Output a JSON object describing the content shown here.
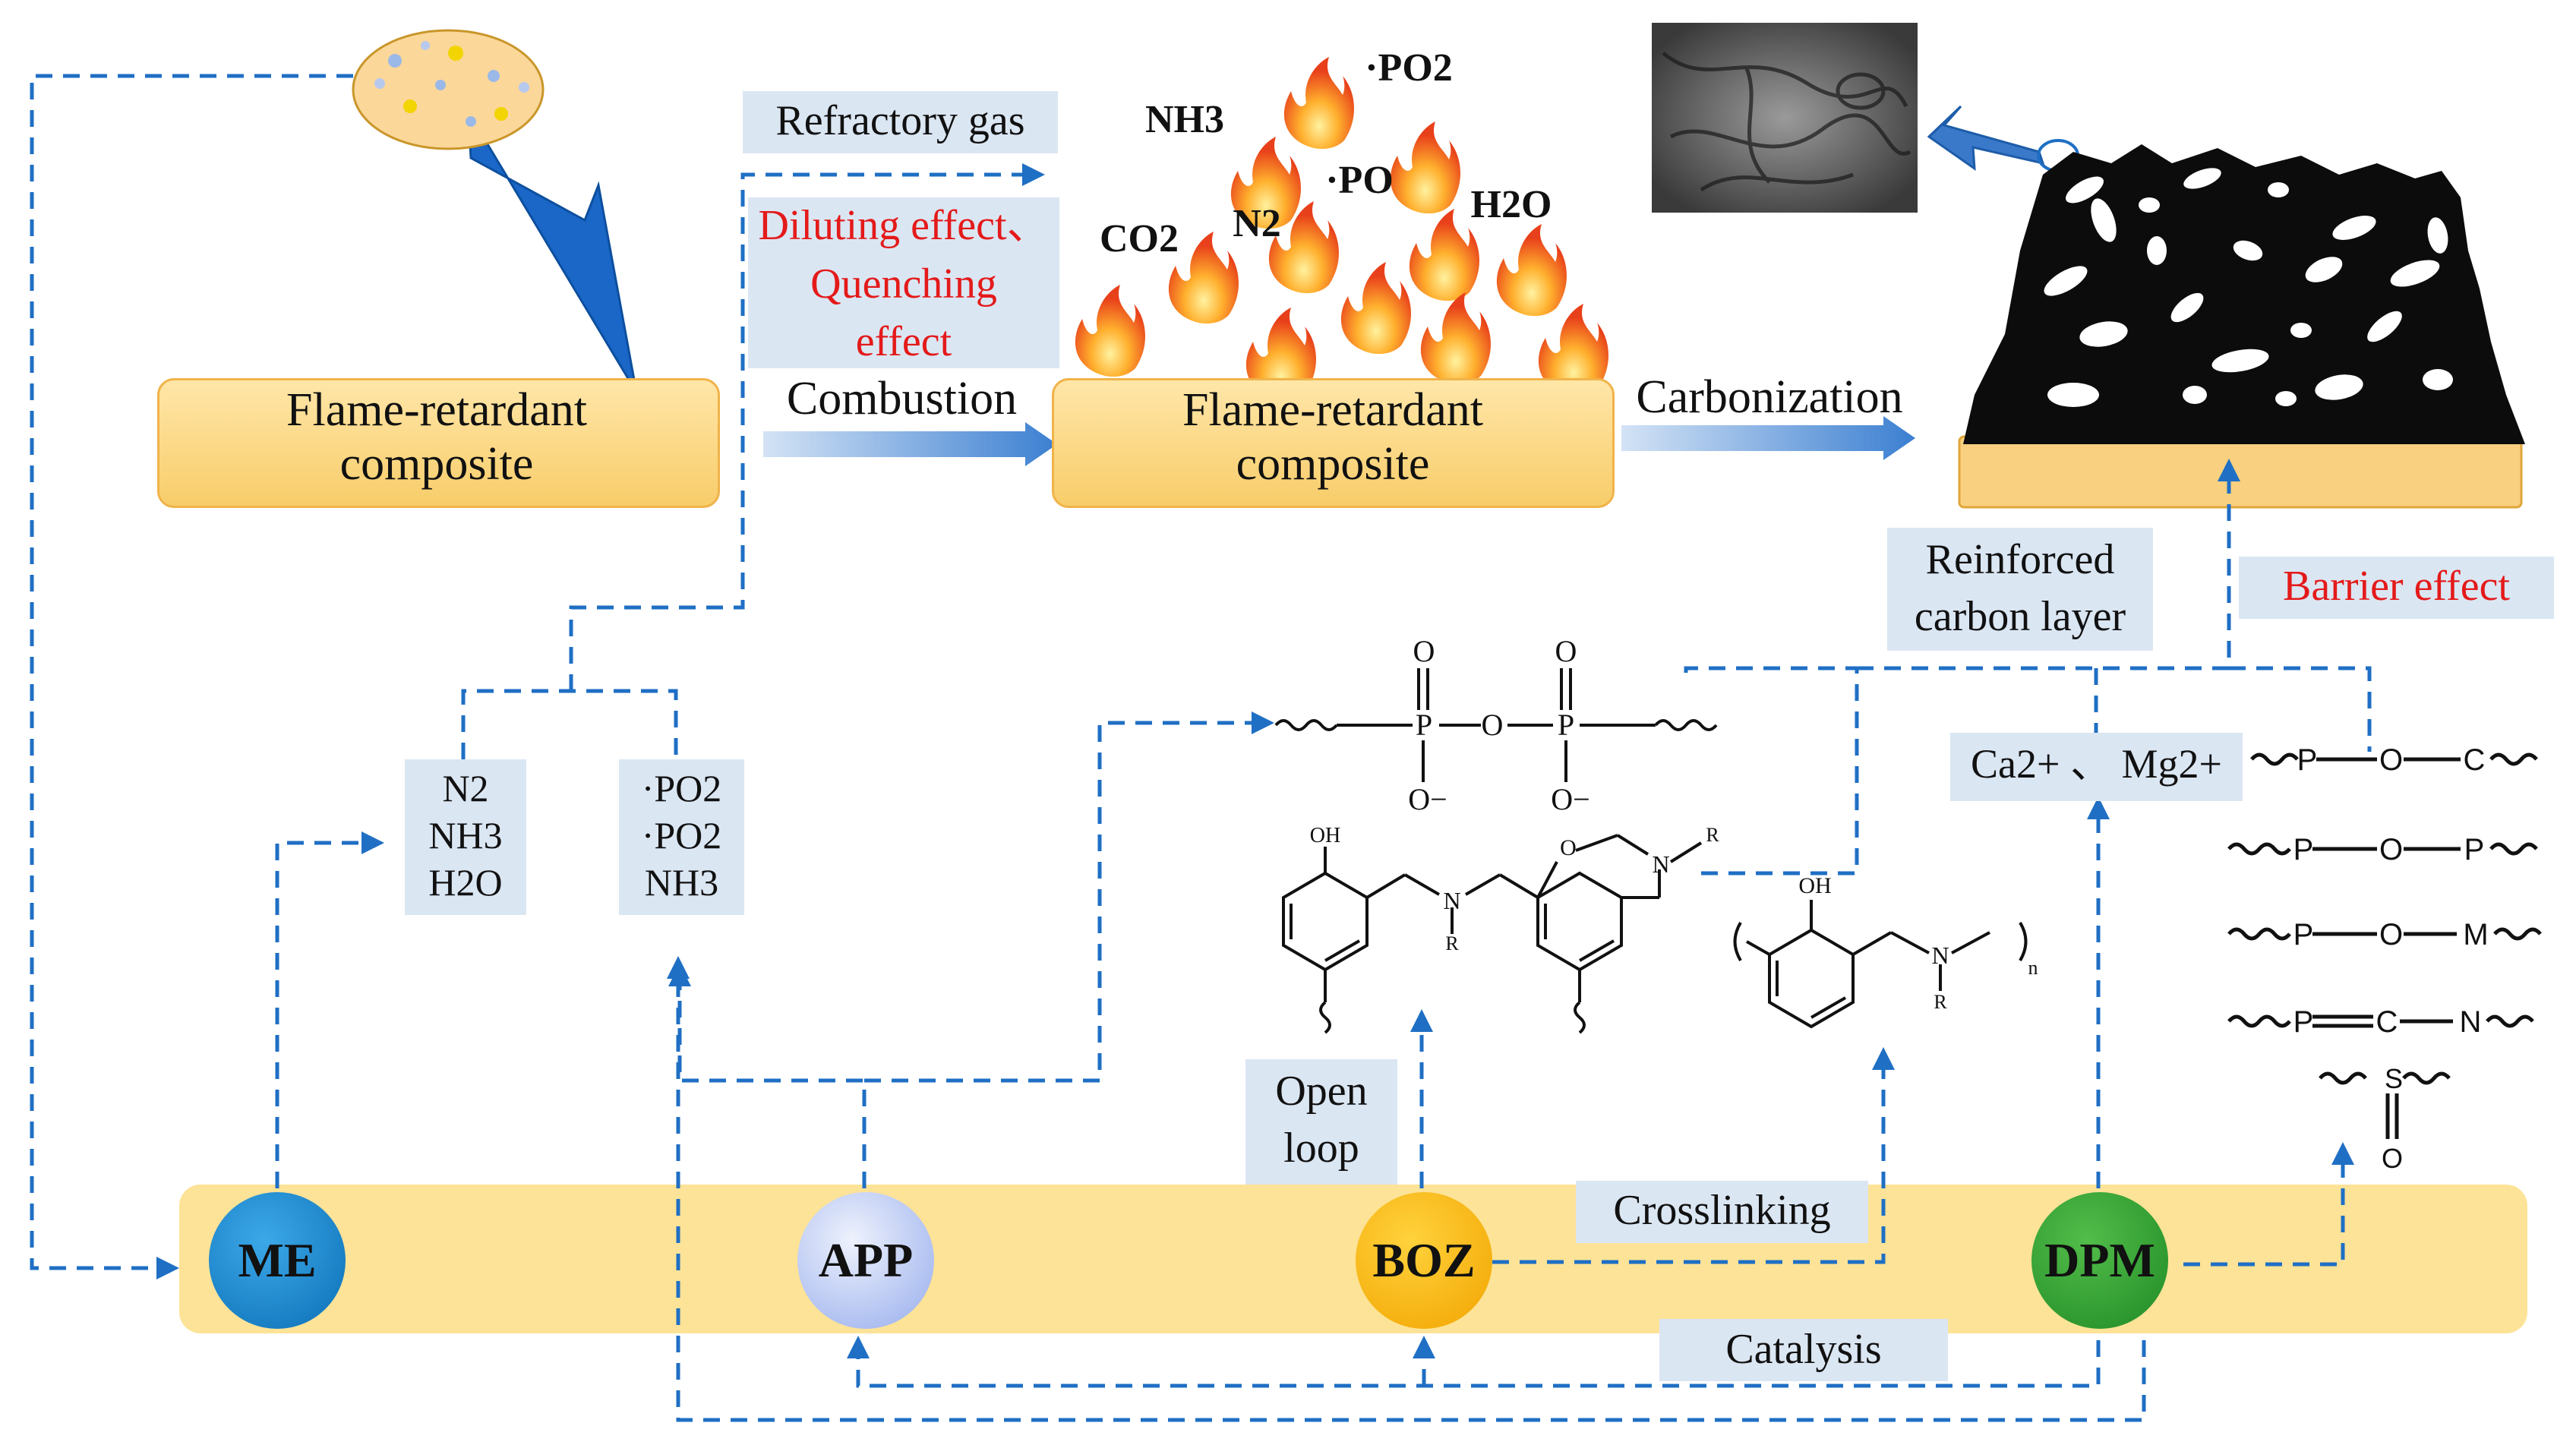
{
  "composite": {
    "left_label": "Flame-retardant composite",
    "center_label": "Flame-retardant composite"
  },
  "arrows": {
    "combustion": "Combustion",
    "carbonization": "Carbonization"
  },
  "gas_phase": {
    "refractory_gas": "Refractory gas",
    "effect_red_1": "Diluting effect、",
    "effect_red_2": "Quenching",
    "effect_red_3": "effect",
    "box_left": [
      "N2",
      "NH3",
      "H2O"
    ],
    "box_right": [
      "·PO2",
      "·PO2",
      "NH3"
    ]
  },
  "species": {
    "po2": "·PO2",
    "nh3": "NH3",
    "po": "·PO",
    "n2": "N2",
    "h2o": "H2O",
    "co2": "CO2"
  },
  "condensed": {
    "reinforced_1": "Reinforced",
    "reinforced_2": "carbon layer",
    "barrier": "Barrier effect",
    "ions": "Ca2+ 、 Mg2+"
  },
  "reactions": {
    "open_loop_1": "Open",
    "open_loop_2": "loop",
    "crosslinking": "Crosslinking",
    "catalysis": "Catalysis"
  },
  "nodes": {
    "me": "ME",
    "app": "APP",
    "boz": "BOZ",
    "dpm": "DPM"
  },
  "bonds": {
    "b1": [
      "P",
      "O",
      "C"
    ],
    "b2": [
      "P",
      "O",
      "P"
    ],
    "b3": [
      "P",
      "O",
      "M"
    ],
    "b4": [
      "P",
      "C",
      "N"
    ],
    "b5": [
      "S",
      "O"
    ]
  },
  "chem_labels": {
    "o": "O",
    "p": "P",
    "minus": "O−",
    "oh": "OH",
    "n": "N",
    "r": "R",
    "sub_n": "n"
  },
  "colors": {
    "dash": "#1f6fc4",
    "red": "#e41a1a",
    "band": "#fde397",
    "fire": "#f26d1f"
  }
}
